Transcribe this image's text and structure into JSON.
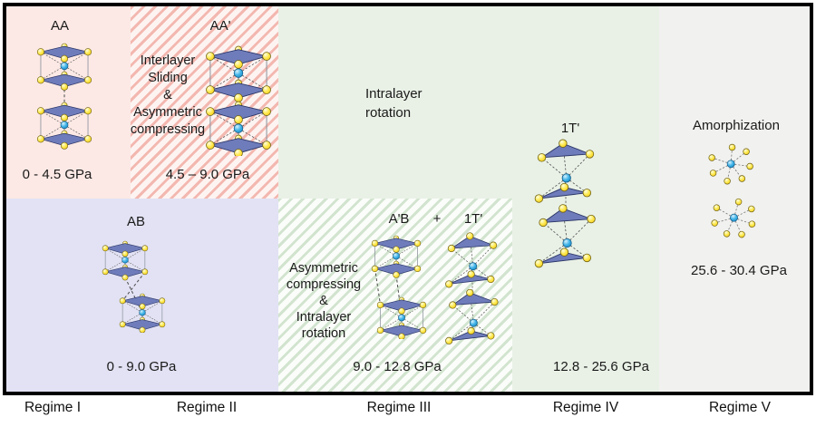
{
  "colors": {
    "regime1_bg": "#fce9e5",
    "regime2_stripe": "#f3b8b0",
    "ab_bg": "#e2e2f4",
    "rotation_bg": "#e9f1e6",
    "regime3_stripe": "#d2e4cf",
    "regime5_bg": "#f1f1ef",
    "frame_border": "#000000",
    "atom_sulfur_yellow": "#ffe94e",
    "atom_metal_blue": "#41b4e8",
    "layer_slab_blue": "#6f7cbb"
  },
  "regions": {
    "aa": {
      "label": "AA",
      "pressure": "0 - 4.5 GPa"
    },
    "aa_prime": {
      "label": "AA'",
      "process": [
        "Interlayer",
        "Sliding",
        "&",
        "Asymmetric",
        "compressing"
      ],
      "pressure": "4.5 – 9.0 GPa"
    },
    "ab": {
      "label": "AB",
      "pressure": "0 - 9.0 GPa"
    },
    "rotation_zone": {
      "process": [
        "Intralayer",
        "rotation"
      ]
    },
    "apb_1t": {
      "label_left": "A'B",
      "plus": "+",
      "label_right": "1T'",
      "process": [
        "Asymmetric",
        "compressing",
        "&",
        "Intralayer",
        "rotation"
      ],
      "pressure": "9.0 - 12.8 GPa"
    },
    "t1_prime": {
      "label": "1T'",
      "pressure": "12.8 - 25.6 GPa"
    },
    "amorphous": {
      "label": "Amorphization",
      "pressure": "25.6 - 30.4 GPa"
    }
  },
  "regime_axis": {
    "labels": [
      "Regime I",
      "Regime II",
      "Regime III",
      "Regime IV",
      "Regime V"
    ]
  }
}
